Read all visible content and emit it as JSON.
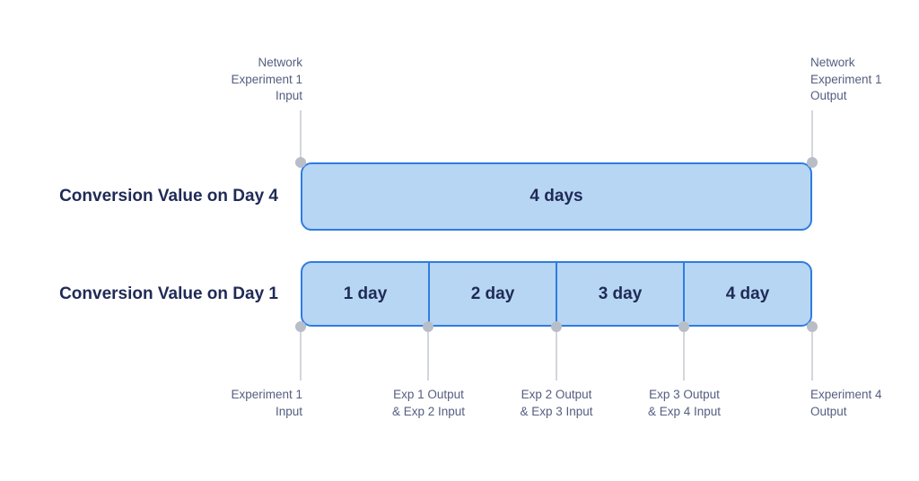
{
  "colors": {
    "background": "#ffffff",
    "bar_fill": "#b7d6f3",
    "bar_border": "#2e7ce1",
    "navy_text": "#1f2a56",
    "annotation_text": "#545e80",
    "connector_line": "#d3d6dd",
    "connector_dot": "#b9bdc7"
  },
  "rows": [
    {
      "label": "Conversion Value on Day 4",
      "segments": [
        {
          "label": "4 days"
        }
      ]
    },
    {
      "label": "Conversion Value on Day 1",
      "segments": [
        {
          "label": "1 day"
        },
        {
          "label": "2 day"
        },
        {
          "label": "3 day"
        },
        {
          "label": "4 day"
        }
      ]
    }
  ],
  "top_annotations": [
    {
      "text": "Network\nExperiment 1\nInput",
      "align": "right",
      "anchor": "bar-start"
    },
    {
      "text": "Network\nExperiment 1\nOutput",
      "align": "left",
      "anchor": "bar-end"
    }
  ],
  "bottom_annotations": [
    {
      "text": "Experiment 1\nInput",
      "align": "right",
      "anchor": "day-0"
    },
    {
      "text": "Exp 1 Output\n& Exp 2 Input",
      "align": "center",
      "anchor": "day-1"
    },
    {
      "text": "Exp 2 Output\n& Exp 3 Input",
      "align": "center",
      "anchor": "day-2"
    },
    {
      "text": "Exp 3 Output\n& Exp 4 Input",
      "align": "center",
      "anchor": "day-3"
    },
    {
      "text": "Experiment 4\nOutput",
      "align": "left",
      "anchor": "day-4"
    }
  ]
}
